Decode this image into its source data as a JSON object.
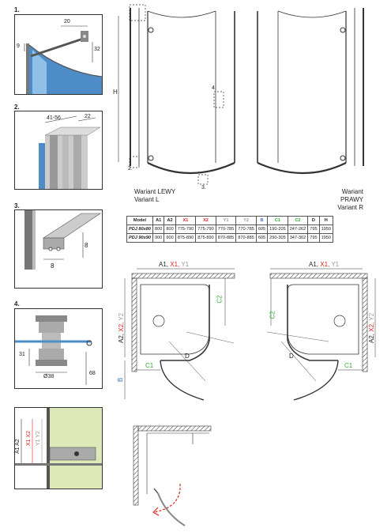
{
  "steps": [
    "1.",
    "2.",
    "3.",
    "4."
  ],
  "detail1": {
    "w": "20",
    "h1": "9",
    "h2": "32"
  },
  "detail2": {
    "a": "41-56",
    "b": "22"
  },
  "detail3": {
    "a": "8",
    "b": "8"
  },
  "detail4": {
    "a": "31",
    "b": "Ø38",
    "c": "68"
  },
  "detail5": {
    "a": "A1 A2",
    "b": "X1 X2",
    "c": "Y1 Y2"
  },
  "elevation": {
    "h": "H",
    "callout_2": "2.",
    "callout_3": "3.",
    "callout_4": "4."
  },
  "variant_left": {
    "line1": "Wariant LEWY",
    "line2": "Variant L"
  },
  "variant_right": {
    "line1": "Wariant PRAWY",
    "line2": "Variant R"
  },
  "table": {
    "headers": [
      "Model",
      "A1",
      "A2",
      "X1",
      "X2",
      "Y1",
      "Y2",
      "B",
      "C1",
      "C2",
      "D",
      "H"
    ],
    "rows": [
      [
        "PDJ 80x80",
        "800",
        "800",
        "775-790",
        "775-790",
        "770-785",
        "770-785",
        "605",
        "190-205",
        "247-262",
        "795",
        "1950"
      ],
      [
        "PDJ 90x90",
        "900",
        "900",
        "875-890",
        "875-890",
        "870-885",
        "870-885",
        "605",
        "290-305",
        "347-362",
        "795",
        "1950"
      ]
    ]
  },
  "plan": {
    "top_a1": "A1,",
    "top_x1": "X1,",
    "top_y1": "Y1",
    "side_a2": "A2,",
    "side_x2": "X2,",
    "side_y2": "Y2",
    "b": "B",
    "c1": "C1",
    "c2": "C2",
    "d": "D"
  },
  "colors": {
    "red": "#d22",
    "green": "#3a3",
    "blue": "#3c6fbf",
    "gray": "#999",
    "glass": "#cfe3ee",
    "wall_green": "#dde9b8"
  }
}
